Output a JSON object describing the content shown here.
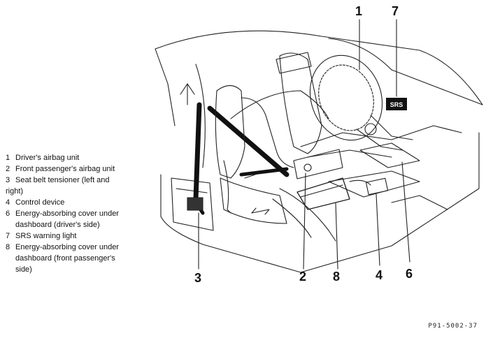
{
  "legend": {
    "items": [
      {
        "num": "1",
        "text": "Driver's airbag unit"
      },
      {
        "num": "2",
        "text": "Front passenger's airbag unit"
      },
      {
        "num": "3",
        "text": "Seat belt tensioner (left and right)"
      },
      {
        "num": "4",
        "text": "Control device"
      },
      {
        "num": "6",
        "text": "Energy-absorbing cover under dashboard (driver's side)"
      },
      {
        "num": "7",
        "text": "SRS warning light"
      },
      {
        "num": "8",
        "text": "Energy-absorbing cover under dashboard (front passenger's side)"
      }
    ]
  },
  "callouts": {
    "c1": "1",
    "c7": "7",
    "c3": "3",
    "c2": "2",
    "c8": "8",
    "c4": "4",
    "c6": "6"
  },
  "warning_light_text": "SRS",
  "reference_code": "P91-5002-37"
}
